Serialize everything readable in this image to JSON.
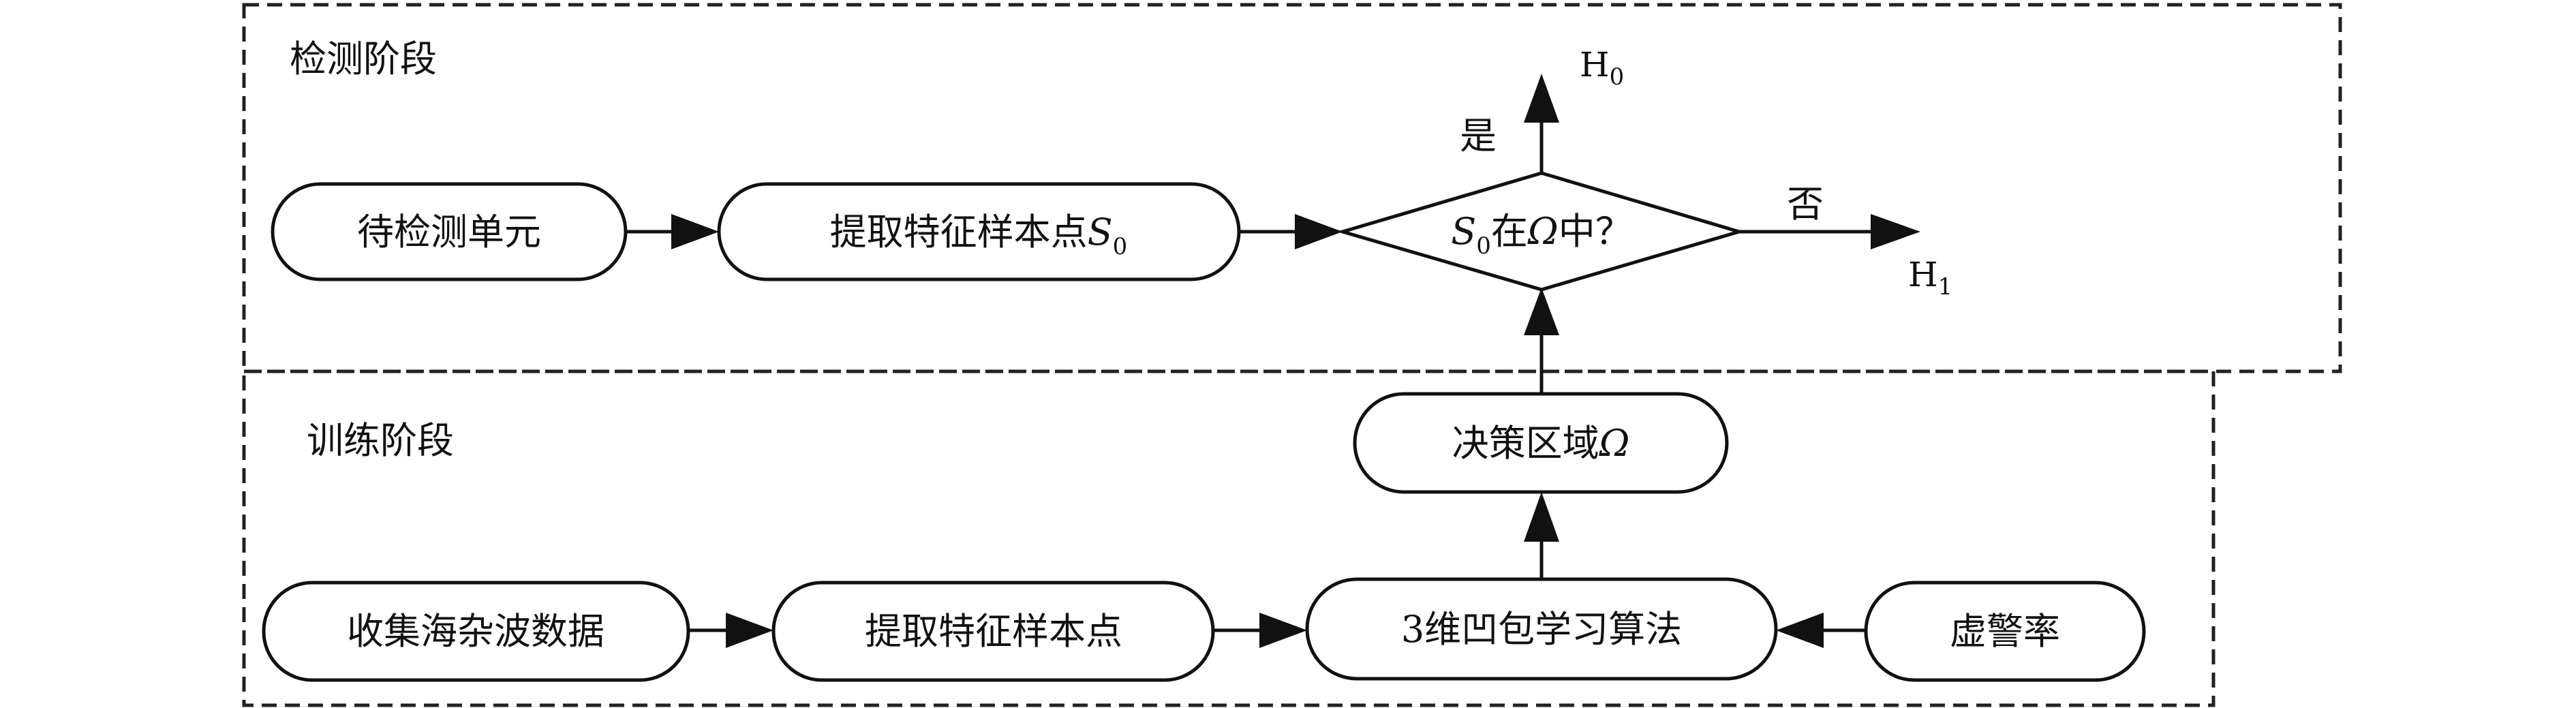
{
  "regions": {
    "detection": {
      "label": "检测阶段"
    },
    "training": {
      "label": "训练阶段"
    }
  },
  "nodes": {
    "cell": {
      "label": "待检测单元"
    },
    "extract_s0": {
      "label": "提取特征样本点",
      "symbol": "S",
      "symbol_sub": "0"
    },
    "decision": {
      "symbol": "S",
      "symbol_sub": "0",
      "text_a": "在",
      "omega": "Ω",
      "text_b": "中？"
    },
    "region": {
      "label": "决策区域",
      "omega": "Ω"
    },
    "collect": {
      "label": "收集海杂波数据"
    },
    "extract": {
      "label": "提取特征样本点"
    },
    "algo": {
      "label": "3维凹包学习算法"
    },
    "far": {
      "label": "虚警率"
    }
  },
  "outputs": {
    "h0": {
      "main": "H",
      "sub": "0"
    },
    "h1": {
      "main": "H",
      "sub": "1"
    }
  },
  "branch_labels": {
    "yes": "是",
    "no": "否"
  }
}
